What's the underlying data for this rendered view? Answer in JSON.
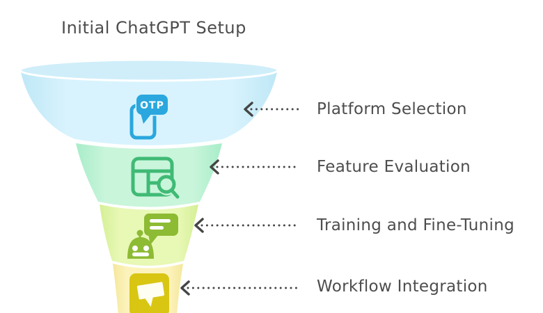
{
  "title": "Initial ChatGPT Setup",
  "funnel": {
    "stages": [
      {
        "label": "Platform Selection",
        "icon": "phone-otp-icon",
        "fill": "#d8f3fd",
        "icon_color": "#2aa7de",
        "badge_text": "OTP"
      },
      {
        "label": "Feature Evaluation",
        "icon": "table-search-icon",
        "fill": "#c9f5db",
        "icon_color": "#40ba75"
      },
      {
        "label": "Training and Fine-Tuning",
        "icon": "robot-chat-icon",
        "fill": "#e8f8b5",
        "icon_color": "#8dbb34"
      },
      {
        "label": "Workflow Integration",
        "icon": "chat-bubble-icon",
        "fill": "#fcf3bc",
        "icon_color": "#d8c613"
      }
    ]
  },
  "colors": {
    "background": "#ffffff",
    "text": "#4d4d4d",
    "arrow": "#454545",
    "funnel_top_ellipse": "#cfeefa"
  }
}
